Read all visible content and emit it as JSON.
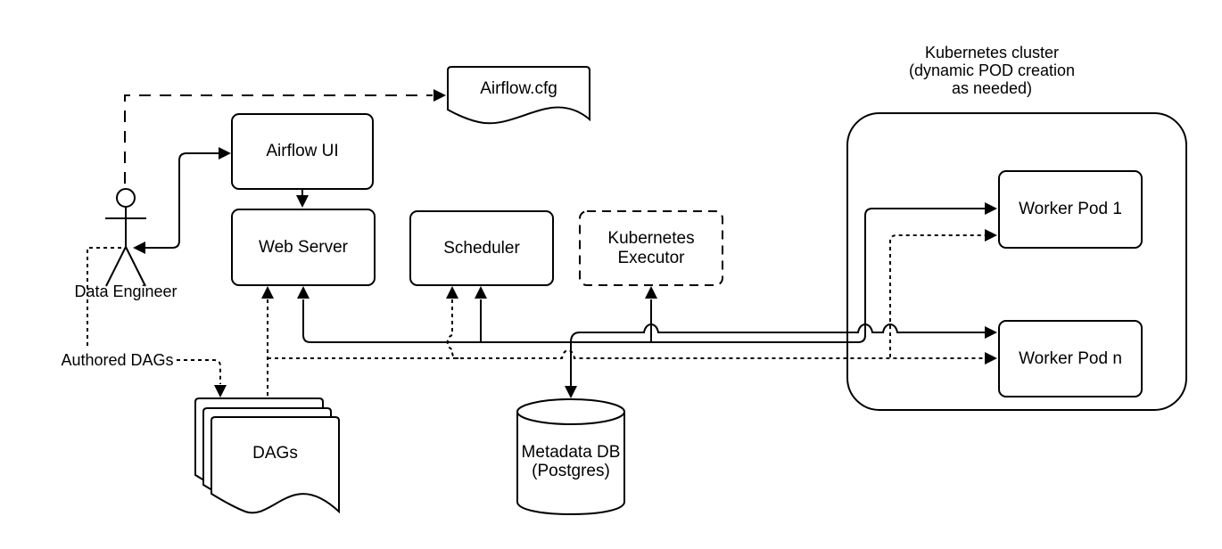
{
  "diagram": {
    "background": "#ffffff",
    "stroke_color": "#000000",
    "nodes": {
      "airflow_cfg": {
        "label": "Airflow.cfg",
        "shape": "document"
      },
      "airflow_ui": {
        "label": "Airflow UI",
        "shape": "rounded-rect"
      },
      "web_server": {
        "label": "Web Server",
        "shape": "rounded-rect"
      },
      "scheduler": {
        "label": "Scheduler",
        "shape": "rounded-rect"
      },
      "kubernetes_executor": {
        "label": "Kubernetes\nExecutor",
        "shape": "rounded-rect-dashed"
      },
      "kubernetes_cluster": {
        "label": "Kubernetes cluster\n(dynamic POD creation\nas needed)",
        "shape": "rounded-container"
      },
      "worker_pod_1": {
        "label": "Worker Pod 1",
        "shape": "rounded-rect"
      },
      "worker_pod_n": {
        "label": "Worker Pod n",
        "shape": "rounded-rect"
      },
      "dags": {
        "label": "DAGs",
        "shape": "document-stack"
      },
      "metadata_db": {
        "label": "Metadata DB\n(Postgres)",
        "shape": "cylinder"
      },
      "data_engineer": {
        "label": "Data Engineer",
        "shape": "actor"
      }
    },
    "edge_labels": {
      "authored_dags": "Authored DAGs"
    },
    "edges": [
      {
        "from": "data_engineer",
        "to": "airflow_cfg",
        "style": "long-dash",
        "arrows": "end"
      },
      {
        "from": "data_engineer",
        "to": "airflow_ui",
        "style": "solid",
        "arrows": "both"
      },
      {
        "from": "airflow_ui",
        "to": "web_server",
        "style": "solid",
        "arrows": "end"
      },
      {
        "from": "data_engineer",
        "to": "dags",
        "style": "dash",
        "arrows": "end",
        "label": "Authored DAGs"
      },
      {
        "from": "dags",
        "to": "web_server",
        "style": "dash",
        "arrows": "end"
      },
      {
        "from": "dags",
        "to": "scheduler",
        "style": "dash",
        "arrows": "end"
      },
      {
        "from": "dags",
        "to": "worker_pod_1",
        "style": "dash",
        "arrows": "end"
      },
      {
        "from": "dags",
        "to": "worker_pod_n",
        "style": "dash",
        "arrows": "end"
      },
      {
        "from": "solid_bus",
        "to": "web_server",
        "style": "solid",
        "arrows": "end"
      },
      {
        "from": "solid_bus",
        "to": "scheduler",
        "style": "solid",
        "arrows": "end"
      },
      {
        "from": "solid_bus",
        "to": "kubernetes_executor",
        "style": "solid",
        "arrows": "end"
      },
      {
        "from": "solid_bus",
        "to": "metadata_db",
        "style": "solid",
        "arrows": "end"
      },
      {
        "from": "solid_bus",
        "to": "worker_pod_1",
        "style": "solid",
        "arrows": "end"
      },
      {
        "from": "solid_bus",
        "to": "worker_pod_n",
        "style": "solid",
        "arrows": "end"
      }
    ]
  }
}
